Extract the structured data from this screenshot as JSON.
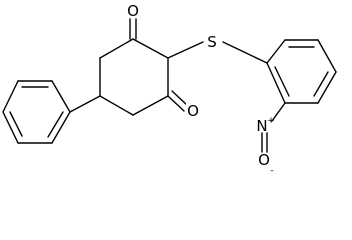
{
  "atoms": {
    "o_top": "O",
    "o_mid": "O",
    "sulfur": "S",
    "nitrogen": "N",
    "o_nitro": "O",
    "n_charge": "+",
    "o_nitro_charge": "-"
  }
}
